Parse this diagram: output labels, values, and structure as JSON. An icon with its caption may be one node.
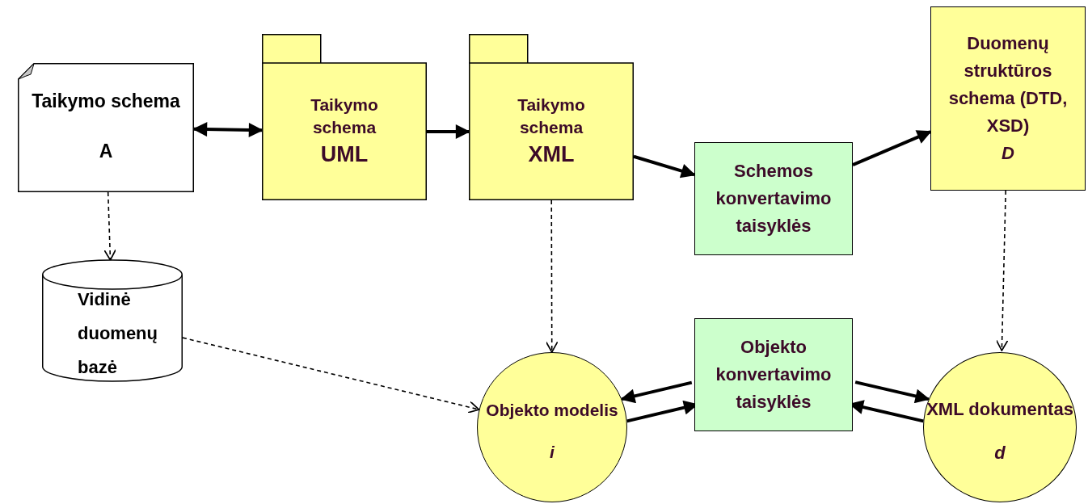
{
  "diagram": {
    "nodes": [
      {
        "text": [
          "Taikymo schema",
          "A"
        ]
      },
      {
        "text": [
          "Taikymo schema",
          "UML"
        ]
      },
      {
        "text": [
          "Taikymo schema",
          "XML"
        ]
      },
      {
        "text": [
          "Schemos konvertavimo taisyklės"
        ]
      },
      {
        "text": [
          "Duomenų struktūros schema (DTD, XSD)",
          "D"
        ]
      },
      {
        "text": [
          "Vidinė duomenų bazė"
        ]
      },
      {
        "text": [
          "Objekto modelis",
          "i"
        ]
      },
      {
        "text": [
          "Objekto konvertavimo taisyklės"
        ]
      },
      {
        "text": [
          "XML dokumentas",
          "d"
        ]
      }
    ],
    "edges": [
      {
        "from": 0,
        "to": 1,
        "arrow": "both"
      },
      {
        "from": 1,
        "to": 2,
        "arrow": "to"
      },
      {
        "from": 2,
        "to": 3,
        "arrow": "to"
      },
      {
        "from": 3,
        "to": 4,
        "arrow": "to"
      },
      {
        "from": 0,
        "to": 5,
        "arrow": "to",
        "style": "dashed"
      },
      {
        "from": 2,
        "to": 6,
        "arrow": "to",
        "style": "dashed"
      },
      {
        "from": 4,
        "to": 8,
        "arrow": "to",
        "style": "dashed"
      },
      {
        "from": 5,
        "to": 6,
        "arrow": "to",
        "style": "dashed"
      },
      {
        "from": 7,
        "to": 6,
        "arrow": "to"
      },
      {
        "from": 6,
        "to": 7,
        "arrow": "to"
      },
      {
        "from": 7,
        "to": 8,
        "arrow": "to"
      },
      {
        "from": 8,
        "to": 7,
        "arrow": "to"
      }
    ]
  }
}
